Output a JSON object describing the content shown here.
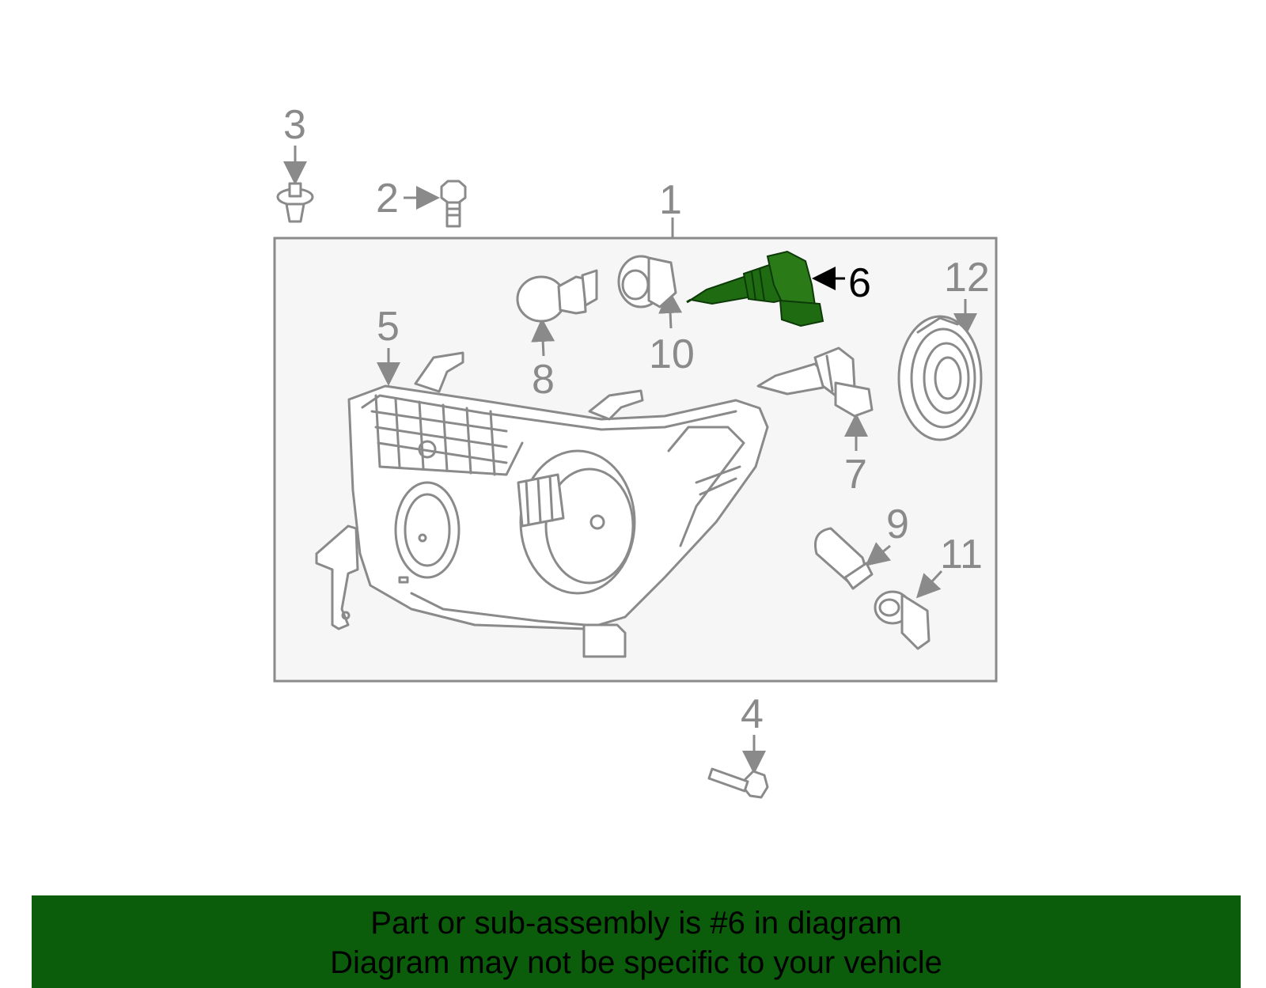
{
  "diagram": {
    "callouts": [
      "1",
      "2",
      "3",
      "4",
      "5",
      "6",
      "7",
      "8",
      "9",
      "10",
      "11",
      "12"
    ],
    "highlighted_part": "6",
    "highlight_color": "#1f6b12",
    "line_color": "#8a8a8a",
    "panel_fill": "#f6f6f6"
  },
  "banner": {
    "line1": "Part or sub-assembly is #6 in diagram",
    "line2": "Diagram may not be specific to your vehicle",
    "background": "#0b5d0b"
  }
}
